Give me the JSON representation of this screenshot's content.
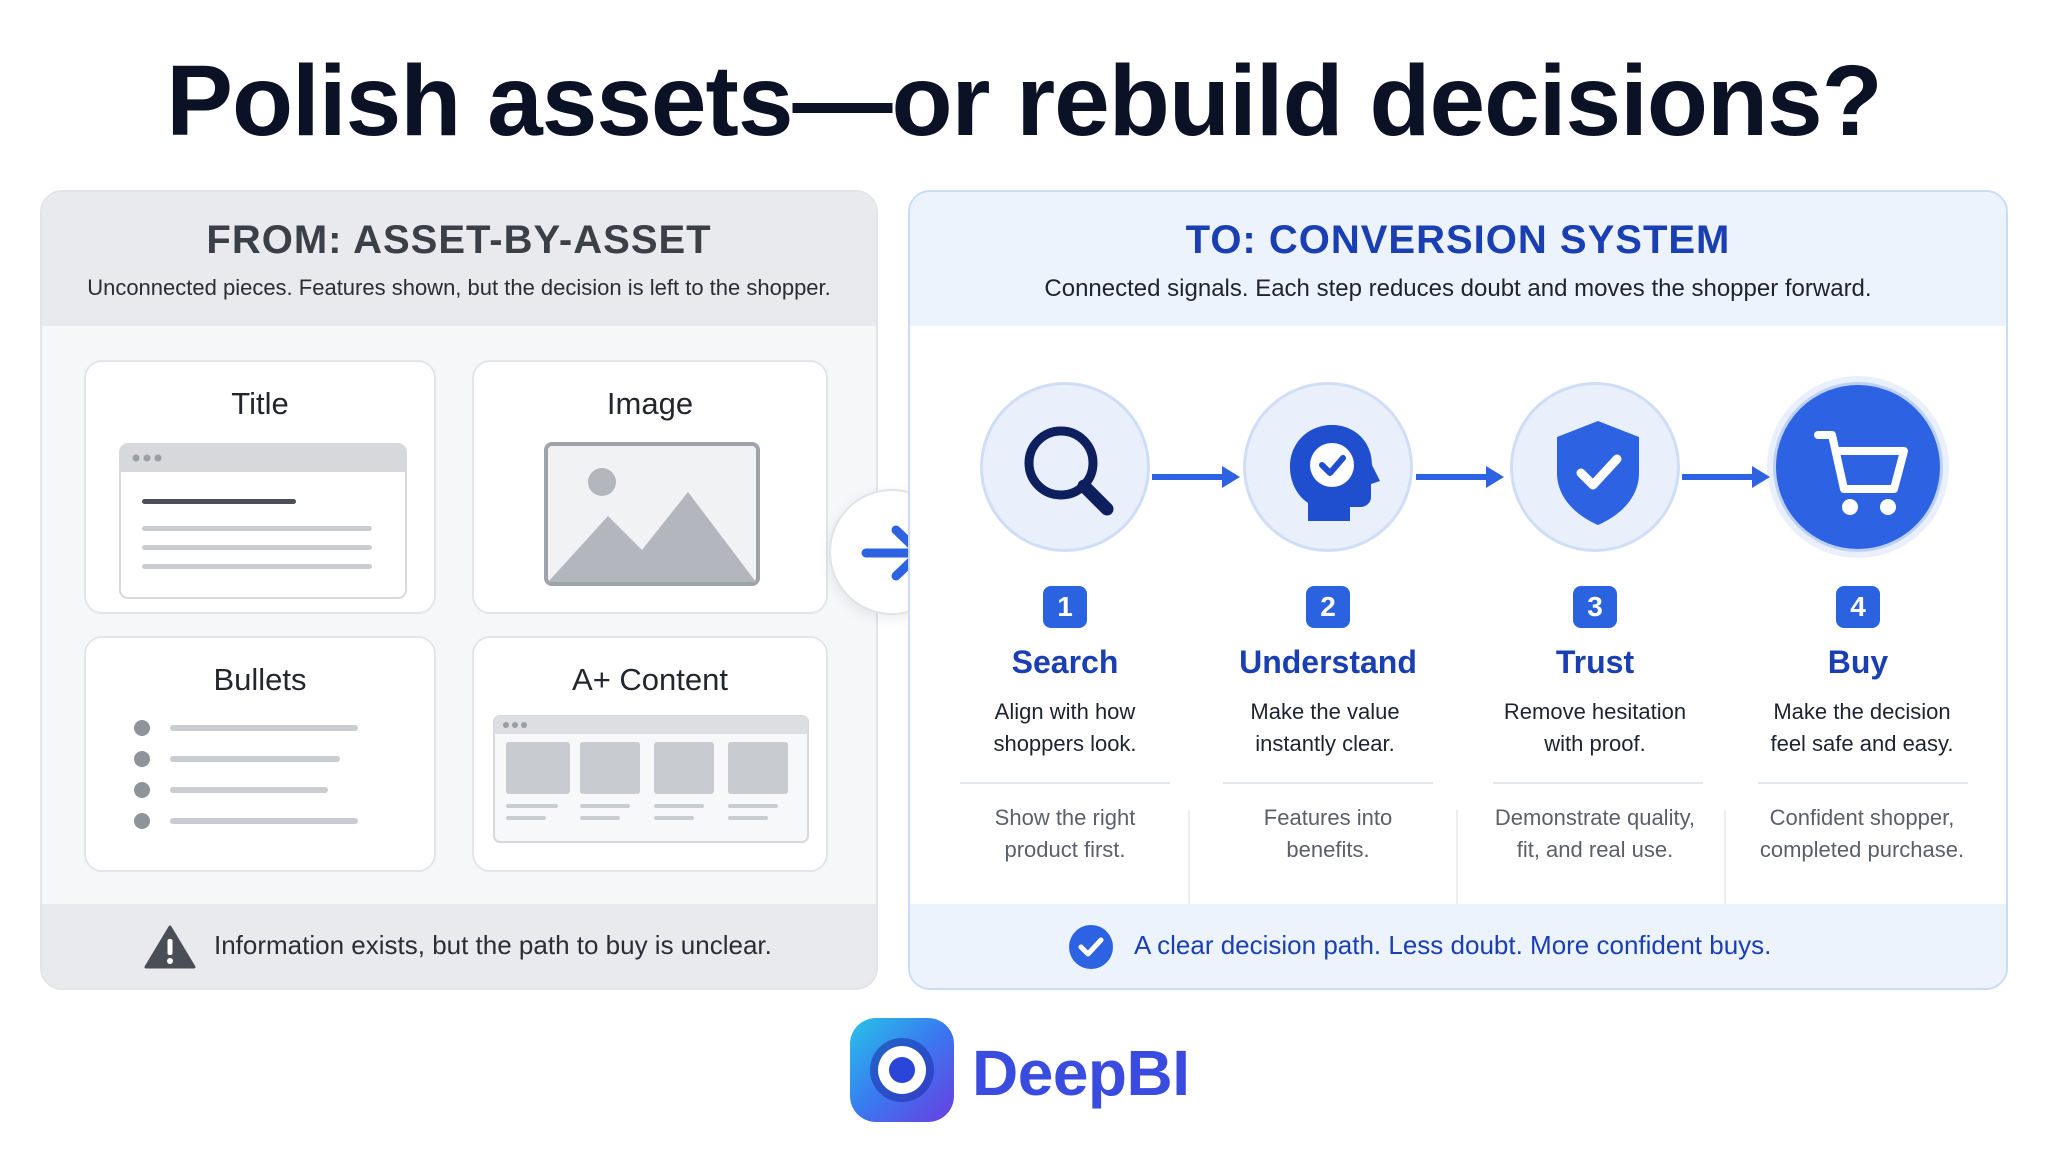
{
  "title": "Polish assets—or rebuild decisions?",
  "from_panel": {
    "heading": "FROM: ASSET-BY-ASSET",
    "subheading": "Unconnected pieces. Features shown, but the decision is left to the shopper.",
    "cards": [
      {
        "label": "Title",
        "icon": "title-wireframe-icon"
      },
      {
        "label": "Image",
        "icon": "image-placeholder-icon"
      },
      {
        "label": "Bullets",
        "icon": "bullet-list-icon"
      },
      {
        "label": "A+ Content",
        "icon": "aplus-wireframe-icon"
      }
    ],
    "footer": "Information exists, but the path to buy is unclear.",
    "footer_icon": "warning-icon"
  },
  "transition_icon": "arrow-right-icon",
  "to_panel": {
    "heading": "TO: CONVERSION SYSTEM",
    "subheading": "Connected signals. Each step reduces doubt and moves the shopper forward.",
    "steps": [
      {
        "number": "1",
        "name": "Search",
        "desc_lines": [
          "Align with how",
          "shoppers look."
        ],
        "note_lines": [
          "Show the right",
          "product first."
        ],
        "icon": "search-icon"
      },
      {
        "number": "2",
        "name": "Understand",
        "desc_lines": [
          "Make the value",
          "instantly clear."
        ],
        "note_lines": [
          "Features into",
          "benefits."
        ],
        "icon": "head-check-icon"
      },
      {
        "number": "3",
        "name": "Trust",
        "desc_lines": [
          "Remove hesitation",
          "with proof."
        ],
        "note_lines": [
          "Demonstrate quality,",
          "fit, and real use."
        ],
        "icon": "shield-check-icon"
      },
      {
        "number": "4",
        "name": "Buy",
        "desc_lines": [
          "Make the decision",
          "feel safe and easy."
        ],
        "note_lines": [
          "Confident shopper,",
          "completed purchase."
        ],
        "icon": "shopping-cart-icon"
      }
    ],
    "footer": "A clear decision path. Less doubt. More confident buys.",
    "footer_icon": "check-circle-icon"
  },
  "brand": {
    "name": "DeepBI",
    "logo_icon": "deepbi-logo-icon"
  },
  "colors": {
    "accent_blue": "#2d63e3",
    "heading_blue": "#1a3fb3",
    "brand_text": "#3a4be0",
    "neutral_panel": "#f6f7f9"
  }
}
